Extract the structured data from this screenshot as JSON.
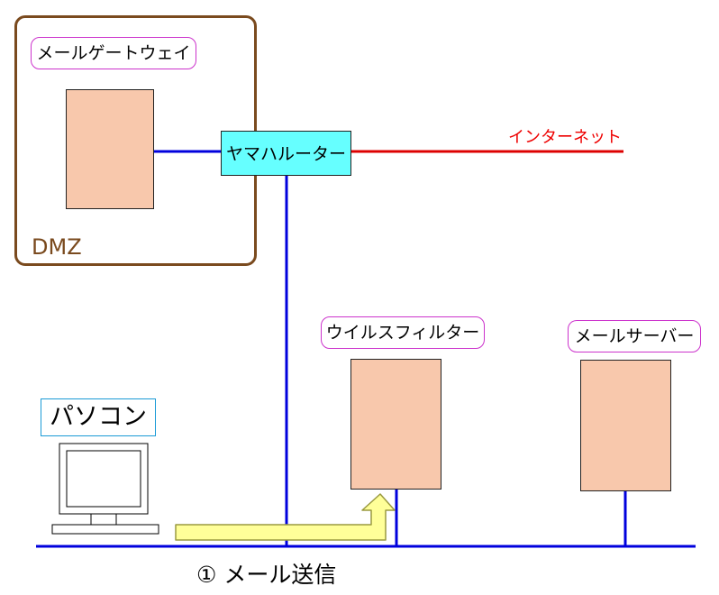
{
  "labels": {
    "mail_gateway": "メールゲートウェイ",
    "router": "ヤマハルーター",
    "internet": "インターネット",
    "dmz": "DMZ",
    "virus_filter": "ウイルスフィルター",
    "mail_server": "メールサーバー",
    "pc": "パソコン",
    "step": "① メール送信"
  },
  "colors": {
    "lan_line": "#0000dd",
    "internet_line": "#dd0000",
    "internet_text": "#ee0000",
    "dmz_border": "#7a4a1e",
    "dmz_text": "#7a4a1e",
    "server_fill": "#f8c8ac",
    "router_fill": "#66ffff",
    "label_border": "#cc33cc",
    "pc_label_border": "#1a9ad6",
    "arrow_fill": "#ffff99",
    "arrow_stroke": "#9a9a40"
  }
}
